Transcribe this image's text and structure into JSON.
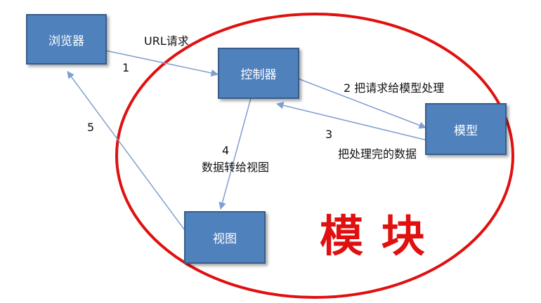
{
  "nodes": {
    "browser": "浏览器",
    "controller": "控制器",
    "model": "模型",
    "view": "视图"
  },
  "edges": {
    "url_request": "URL请求",
    "step1": "1",
    "step2": "2  把请求给模型处理",
    "step3": "3",
    "step3_text": "把处理完的数据",
    "step4": "4",
    "step4_text": "数据转给视图",
    "step5": "5"
  },
  "module_label": "模  块",
  "colors": {
    "box_fill": "#4f81bd",
    "box_border": "#385d8a",
    "arrow": "#7f9fd0",
    "ellipse": "#e01010"
  }
}
